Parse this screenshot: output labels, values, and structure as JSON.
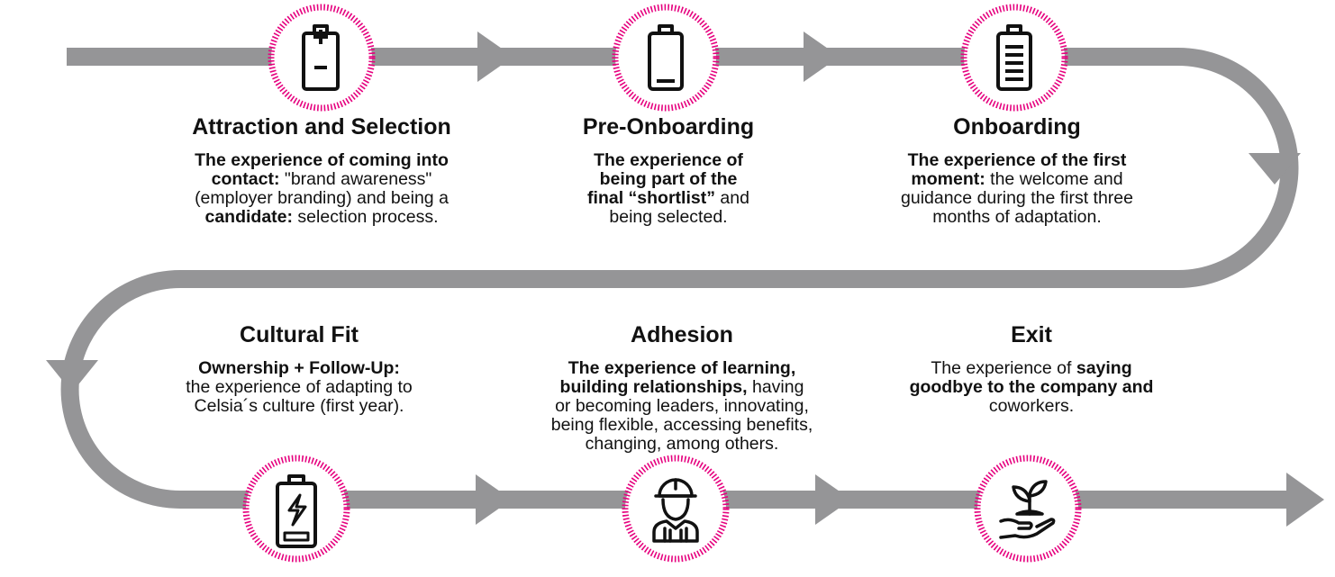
{
  "colors": {
    "track": "#959597",
    "accent": "#e6007e",
    "ink": "#111111",
    "background": "#ffffff"
  },
  "stages": [
    {
      "id": "attraction-selection",
      "icon": "battery-plus-minus-icon",
      "title": "Attraction and Selection",
      "lines": [
        [
          {
            "t": "The experience of coming into",
            "b": true
          }
        ],
        [
          {
            "t": "contact:",
            "b": true
          },
          {
            "t": " \"brand awareness\"",
            "b": false
          }
        ],
        [
          {
            "t": "(employer branding) and being a",
            "b": false
          }
        ],
        [
          {
            "t": "candidate:",
            "b": true
          },
          {
            "t": " selection process.",
            "b": false
          }
        ]
      ]
    },
    {
      "id": "pre-onboarding",
      "icon": "battery-low-icon",
      "title": "Pre-Onboarding",
      "lines": [
        [
          {
            "t": "The experience of",
            "b": true
          }
        ],
        [
          {
            "t": "being part of the",
            "b": true
          }
        ],
        [
          {
            "t": "final “shortlist”",
            "b": true
          },
          {
            "t": " and",
            "b": false
          }
        ],
        [
          {
            "t": "being selected.",
            "b": false
          }
        ]
      ]
    },
    {
      "id": "onboarding",
      "icon": "battery-full-icon",
      "title": "Onboarding",
      "lines": [
        [
          {
            "t": "The experience of the first",
            "b": true
          }
        ],
        [
          {
            "t": "moment:",
            "b": true
          },
          {
            "t": " the welcome and",
            "b": false
          }
        ],
        [
          {
            "t": "guidance during the first three",
            "b": false
          }
        ],
        [
          {
            "t": "months of adaptation.",
            "b": false
          }
        ]
      ]
    },
    {
      "id": "cultural-fit",
      "icon": "battery-charging-icon",
      "title": "Cultural Fit",
      "lines": [
        [
          {
            "t": "Ownership + Follow-Up:",
            "b": true
          }
        ],
        [
          {
            "t": "the experience of adapting to",
            "b": false
          }
        ],
        [
          {
            "t": "Celsia´s culture (first year).",
            "b": false
          }
        ]
      ]
    },
    {
      "id": "adhesion",
      "icon": "worker-hardhat-icon",
      "title": "Adhesion",
      "lines": [
        [
          {
            "t": "The experience of learning,",
            "b": true
          }
        ],
        [
          {
            "t": "building relationships,",
            "b": true
          },
          {
            "t": " having",
            "b": false
          }
        ],
        [
          {
            "t": "or becoming leaders, innovating,",
            "b": false
          }
        ],
        [
          {
            "t": "being flexible, accessing benefits,",
            "b": false
          }
        ],
        [
          {
            "t": "changing, among others.",
            "b": false
          }
        ]
      ]
    },
    {
      "id": "exit",
      "icon": "plant-in-hand-icon",
      "title": "Exit",
      "lines": [
        [
          {
            "t": "The experience of ",
            "b": false
          },
          {
            "t": "saying",
            "b": true
          }
        ],
        [
          {
            "t": "goodbye to the company and",
            "b": true
          }
        ],
        [
          {
            "t": "coworkers.",
            "b": false
          }
        ]
      ]
    }
  ]
}
